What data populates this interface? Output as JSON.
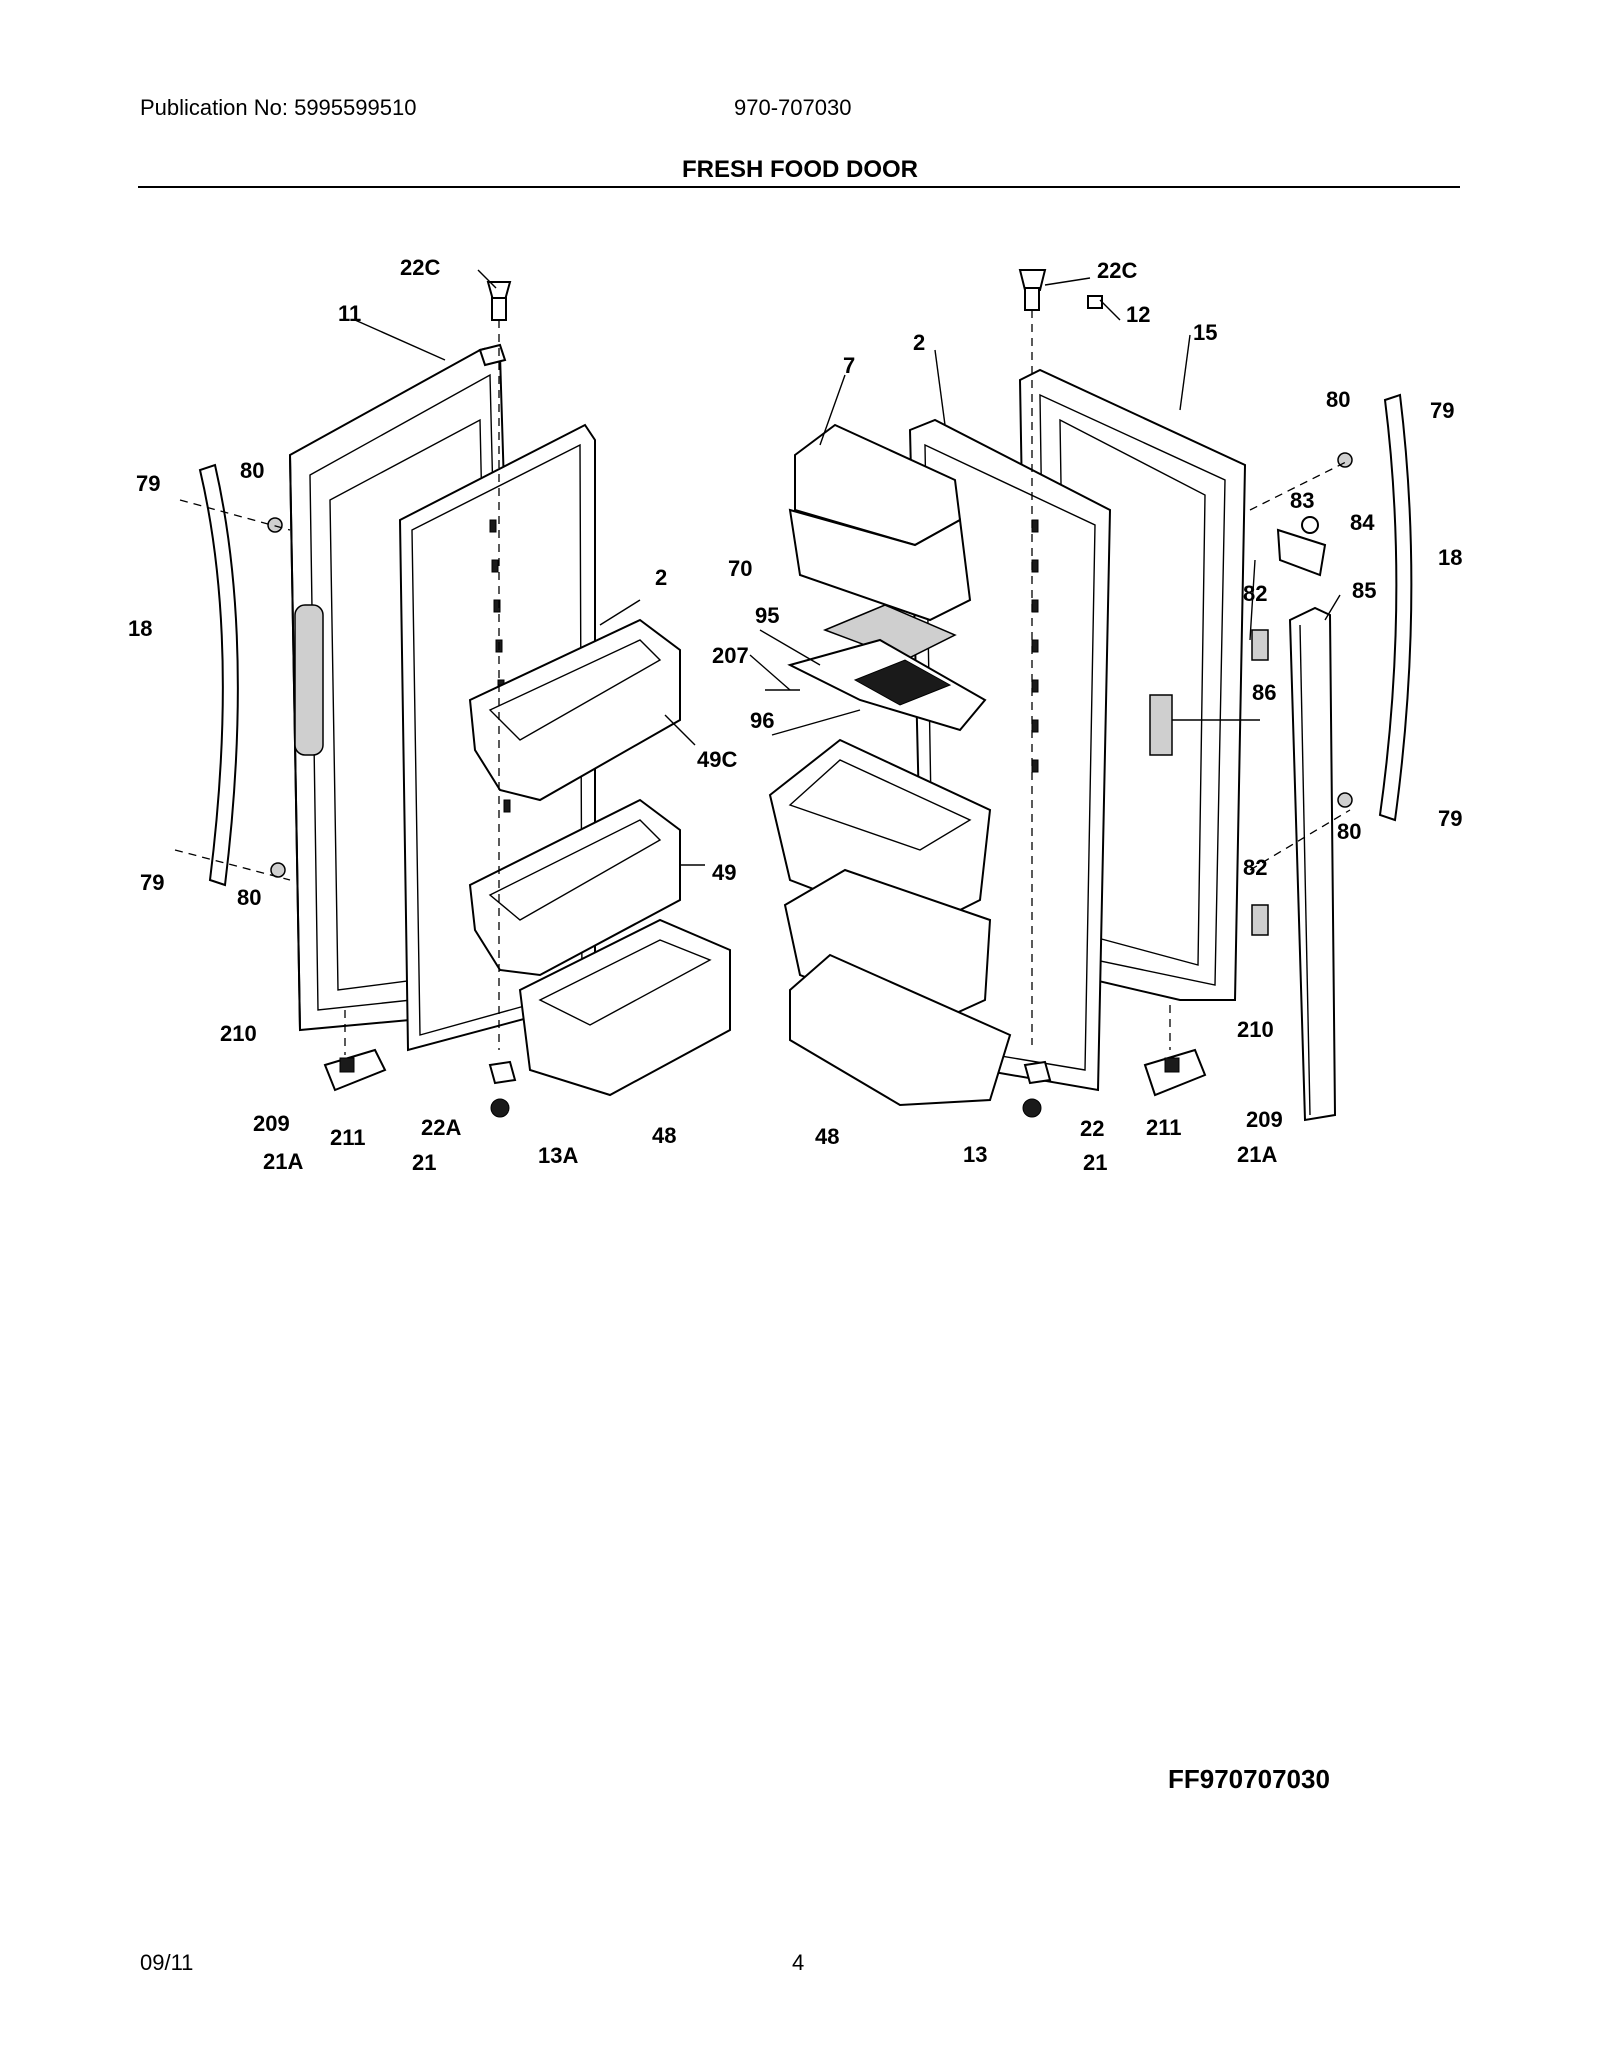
{
  "header": {
    "publication": "Publication No: 5995599510",
    "model": "970-707030",
    "title": "FRESH FOOD DOOR"
  },
  "diagram": {
    "callouts": [
      "22C",
      "11",
      "79",
      "80",
      "18",
      "79",
      "80",
      "2",
      "49C",
      "49",
      "210",
      "209",
      "211",
      "21A",
      "22A",
      "13A",
      "21",
      "48",
      "22C",
      "12",
      "15",
      "7",
      "2",
      "70",
      "95",
      "207",
      "96",
      "48",
      "13",
      "22",
      "21",
      "211",
      "21A",
      "209",
      "210",
      "80",
      "79",
      "83",
      "84",
      "18",
      "82",
      "85",
      "86",
      "80",
      "79",
      "82"
    ]
  },
  "footer": {
    "code": "FF970707030",
    "date": "09/11",
    "page": "4"
  }
}
